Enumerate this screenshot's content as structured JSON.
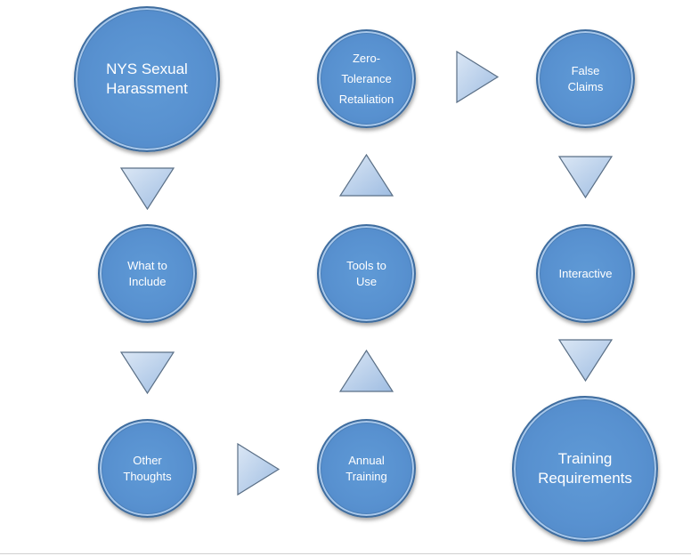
{
  "nodes": {
    "nys": "NYS Sexual\nHarassment",
    "what_to_include": "What to\nInclude",
    "other_thoughts": "Other\nThoughts",
    "annual_training": "Annual\nTraining",
    "tools_to_use": "Tools to\nUse",
    "zero_tolerance": "Zero-\nTolerance\nRetaliation",
    "false_claims": "False\nClaims",
    "interactive": "Interactive",
    "training_requirements": "Training\nRequirements"
  },
  "colors": {
    "node_fill": "#5891d0",
    "node_border": "#3f6d9f",
    "arrow_fill": "#b9cfe9",
    "arrow_border": "#5a6f86"
  }
}
